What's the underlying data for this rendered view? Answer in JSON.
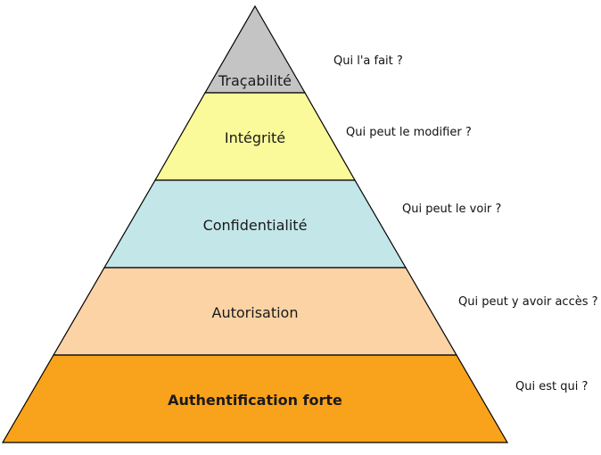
{
  "layers": [
    {
      "label": "Traçabilité",
      "question": "Qui l'a fait ?",
      "color": "#c4c4c4",
      "bold": false
    },
    {
      "label": "Intégrité",
      "question": "Qui peut le modifier ?",
      "color": "#fafa9a",
      "bold": false
    },
    {
      "label": "Confidentialité",
      "question": "Qui peut le voir ?",
      "color": "#c3e6e9",
      "bold": false
    },
    {
      "label": "Autorisation",
      "question": "Qui peut y avoir accès ?",
      "color": "#fcd3a5",
      "bold": false
    },
    {
      "label": "Authentification forte",
      "question": "Qui est qui ?",
      "color": "#f9a21b",
      "bold": true
    }
  ]
}
